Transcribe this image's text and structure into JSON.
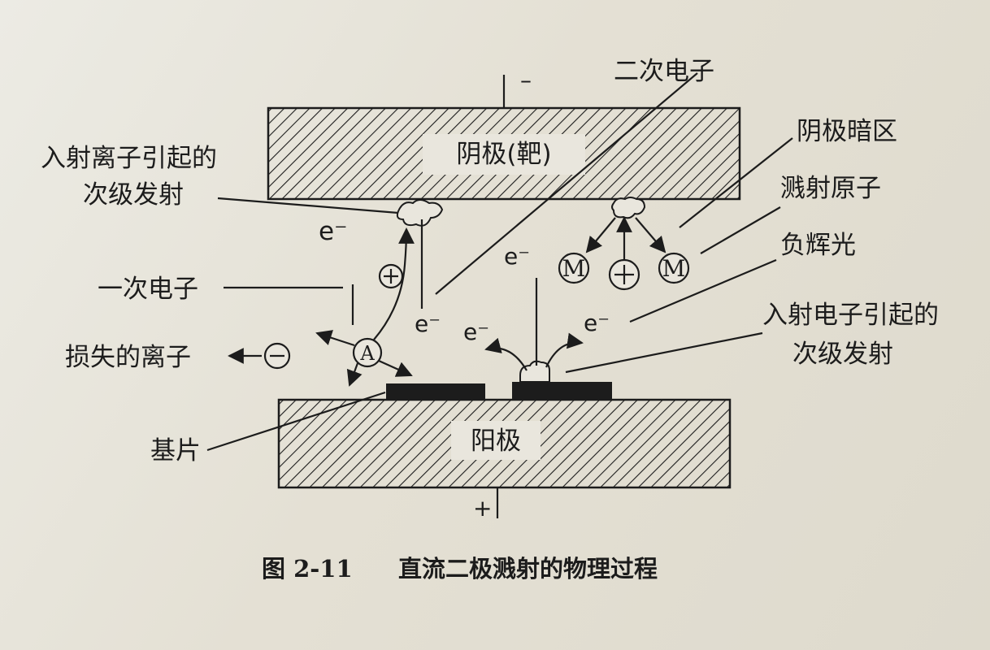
{
  "labels": {
    "cathode_minus": "–",
    "anode_plus": "+",
    "cathode_label": "阴极(靶)",
    "anode_label": "阳极",
    "secondary_electron": "二次电子",
    "cathode_dark_space": "阴极暗区",
    "sputtered_atom": "溅射原子",
    "negative_glow": "负辉光",
    "ion_secondary_line1": "入射离子引起的",
    "ion_secondary_line2": "次级发射",
    "electron_secondary_line1": "入射电子引起的",
    "electron_secondary_line2": "次级发射",
    "primary_electron": "一次电子",
    "lost_ion": "损失的离子",
    "substrate": "基片",
    "e_top_left": "e⁻",
    "e_mid_left": "e⁻",
    "e_mid_center": "e⁻",
    "e_top_center": "e⁻",
    "e_mid_right": "e⁻",
    "symbol_M": "M",
    "symbol_A": "A"
  },
  "caption": {
    "figure_number": "图 2-11",
    "title": "直流二极溅射的物理过程"
  },
  "colors": {
    "ink": "#1c1c1c",
    "paper": "#e7e3d8"
  }
}
